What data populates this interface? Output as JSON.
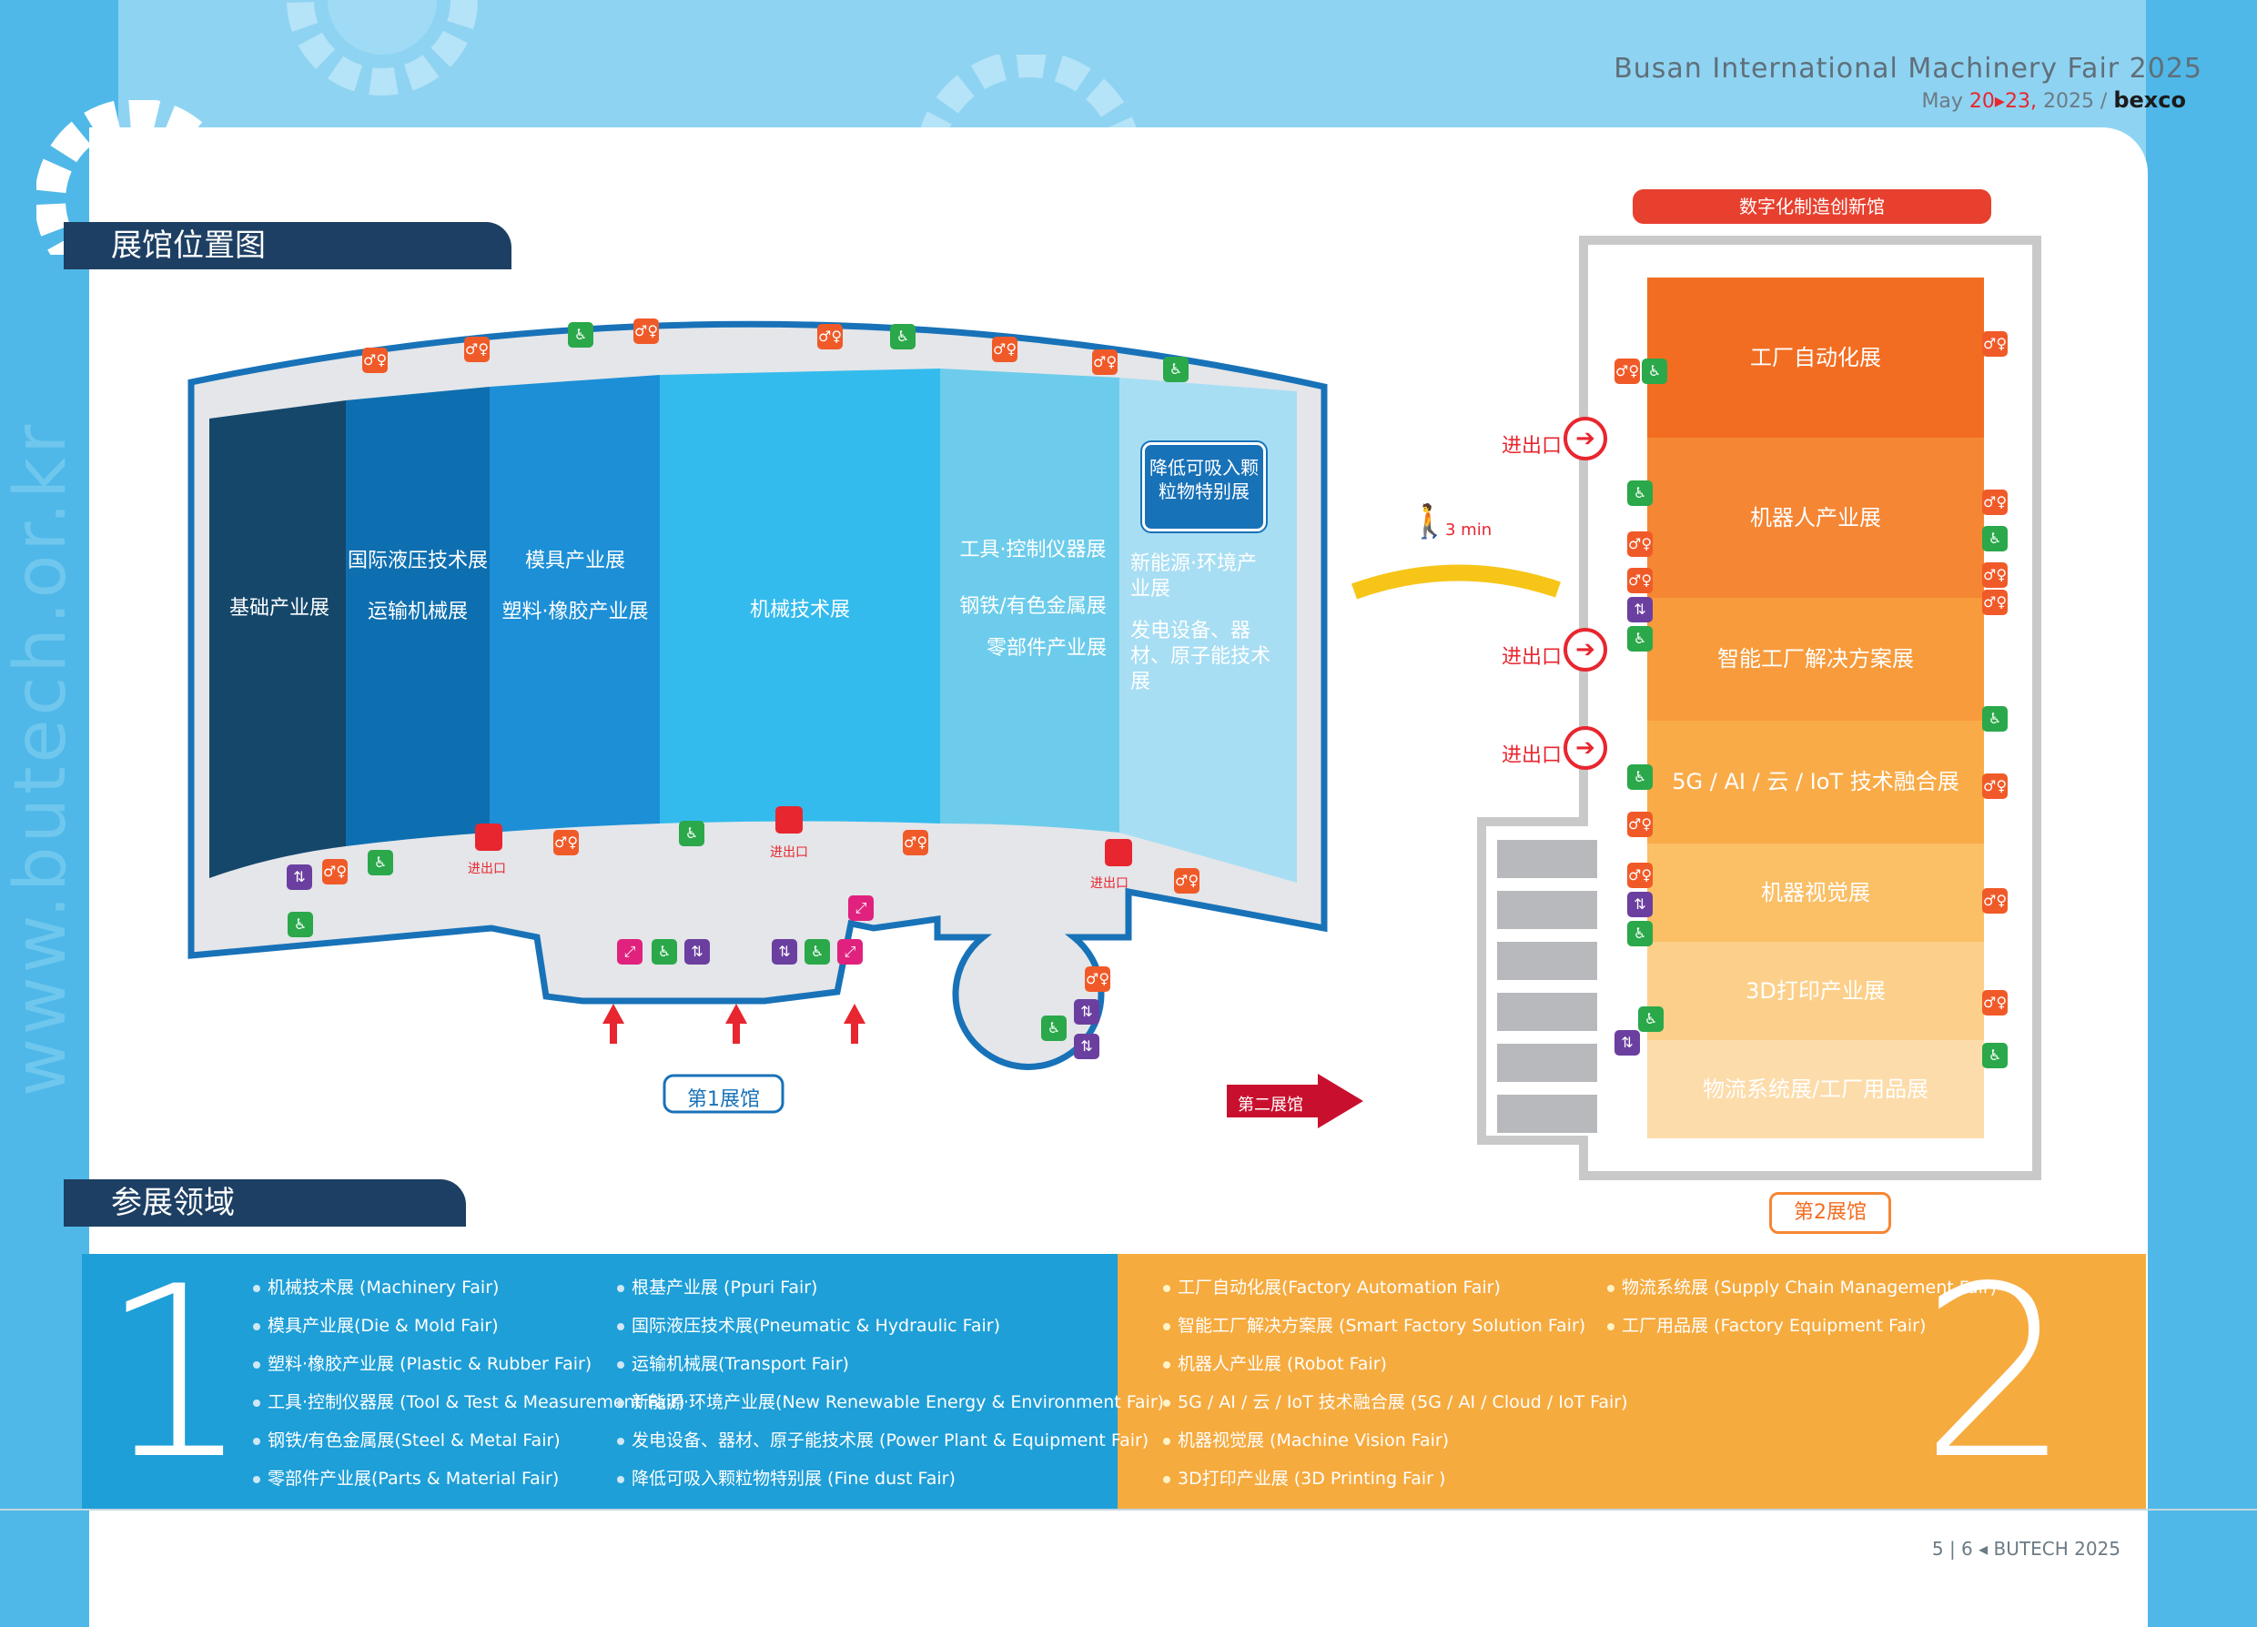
{
  "header": {
    "event_title": "Busan International Machinery Fair 2025",
    "date_prefix": "May ",
    "date_red": "20▸23,",
    "date_suffix": " 2025 / ",
    "venue_logo": "bexco"
  },
  "side_url": "www.butech.or.kr",
  "sections": {
    "map_title": "展馆位置图",
    "fields_title": "参展领域"
  },
  "hall1": {
    "label": "第1展馆",
    "zones": [
      {
        "lines": [
          "基础产业展"
        ],
        "color": "#15476b"
      },
      {
        "lines": [
          "国际液压技术展",
          "运输机械展"
        ],
        "color": "#0e6fb0"
      },
      {
        "lines": [
          "模具产业展",
          "塑料·橡胶产业展"
        ],
        "color": "#1c8fd6"
      },
      {
        "lines": [
          "机械技术展"
        ],
        "color": "#34bbed"
      },
      {
        "lines": [
          "工具·控制仪器展",
          "钢铁/有色金属展",
          "零部件产业展"
        ],
        "color": "#6dcceb"
      },
      {
        "lines": [
          "新能源·环境产业展",
          "发电设备、器材、原子能技术展"
        ],
        "color": "#a8def3"
      }
    ],
    "special_box": "降低可吸入颗粒物特别展",
    "exit_label": "进出口"
  },
  "walk": {
    "time": "3 min"
  },
  "to_hall2": "第二展馆",
  "hall2": {
    "label": "第2展馆",
    "banner": "数字化制造创新馆",
    "entrance_label": "进出口",
    "zones": [
      {
        "name": "工厂自动化展",
        "color": "#f26d21"
      },
      {
        "name": "机器人产业展",
        "color": "#f58634"
      },
      {
        "name": "智能工厂解决方案展",
        "color": "#f79b3c"
      },
      {
        "name": "5G / AI / 云 / IoT 技术融合展",
        "color": "#f9ab48"
      },
      {
        "name": "机器视觉展",
        "color": "#fbbf66"
      },
      {
        "name": "3D打印产业展",
        "color": "#fcd08a"
      },
      {
        "name": "物流系统展/工厂用品展",
        "color": "#fddcab"
      }
    ]
  },
  "fields": {
    "group1_number": "1",
    "group1_col1": [
      "机械技术展 (Machinery Fair)",
      "模具产业展(Die & Mold Fair)",
      "塑料·橡胶产业展 (Plastic & Rubber Fair)",
      "工具·控制仪器展 (Tool & Test & Measurement Fair)",
      "钢铁/有色金属展(Steel & Metal Fair)",
      "零部件产业展(Parts & Material Fair)"
    ],
    "group1_col2": [
      "根基产业展 (Ppuri Fair)",
      "国际液压技术展(Pneumatic & Hydraulic Fair)",
      "运输机械展(Transport Fair)",
      "新能源·环境产业展(New Renewable Energy & Environment Fair)",
      "发电设备、器材、原子能技术展 (Power Plant & Equipment Fair)",
      "降低可吸入颗粒物特别展 (Fine dust Fair)"
    ],
    "group2_number": "2",
    "group2_col1": [
      "工厂自动化展(Factory Automation Fair)",
      "智能工厂解决方案展 (Smart Factory Solution Fair)",
      "机器人产业展 (Robot Fair)",
      "5G / AI / 云 / IoT 技术融合展 (5G / AI / Cloud / IoT Fair)",
      "机器视觉展 (Machine Vision Fair)",
      "3D打印产业展 (3D Printing Fair )"
    ],
    "group2_col2": [
      "物流系统展 (Supply Chain Management Fair)",
      "工厂用品展 (Factory Equipment Fair)"
    ]
  },
  "footer": {
    "pages": "5 | 6",
    "brand": "◂ BUTECH 2025"
  },
  "colors": {
    "sky": "#8fd3f2",
    "navy": "#1d3f63",
    "blue_panel": "#1e9fd8",
    "orange_panel": "#f6ab3f",
    "exit_red": "#e8262f"
  }
}
